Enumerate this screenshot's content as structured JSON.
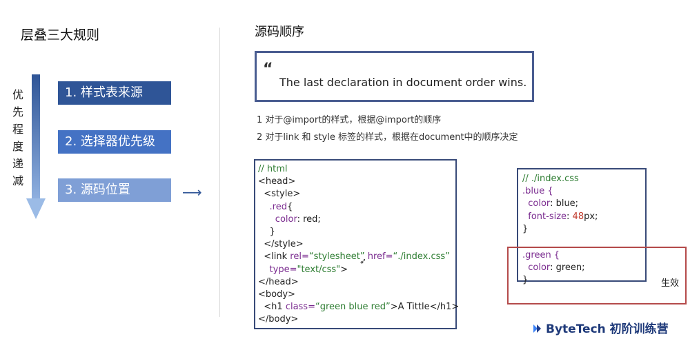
{
  "left": {
    "title": "层叠三大规则",
    "vertical_label": "优先程度递减",
    "rules": [
      "1. 样式表来源",
      "2. 选择器优先级",
      "3. 源码位置"
    ]
  },
  "right": {
    "title": "源码顺序",
    "quote_mark": "“",
    "quote": "The last declaration in document order wins.",
    "notes": [
      "1 对于@import的样式，根据@import的顺序",
      "2 对于link 和 style 标签的样式，根据在document中的顺序决定"
    ]
  },
  "code_html": {
    "comment": "// html",
    "head_open": "<head>",
    "style_open": "<style>",
    "sel": ".red",
    "brace_open": "{",
    "prop": "color",
    "val": " red;",
    "brace_close": "}",
    "style_close": "</style>",
    "link_tag": "<link",
    "rel_attr": "rel=",
    "rel_val": "“stylesheet”",
    "href_attr": "href=",
    "href_val": "“./index.css”",
    "type_attr": "type=",
    "type_val": "\"text/css\"",
    "link_close": ">",
    "head_close": "</head>",
    "body_open": "<body>",
    "h1_open": "<h1",
    "class_attr": "class=",
    "class_val": "“green blue red”",
    "h1_text": ">A Tittle</h1>",
    "body_close": "</body>"
  },
  "code_css": {
    "comment": "// ./index.css",
    "blue_sel": ".blue {",
    "color_prop": "color",
    "color_val": ": blue;",
    "fs_prop": "font-size",
    "fs_num": "48",
    "fs_unit": "px;",
    "close": "}",
    "green_sel": ".green {",
    "green_prop": "color",
    "green_val": ": green;",
    "green_close": "}"
  },
  "effect_label": "生效",
  "brand": "ByteTech 初阶训练营"
}
